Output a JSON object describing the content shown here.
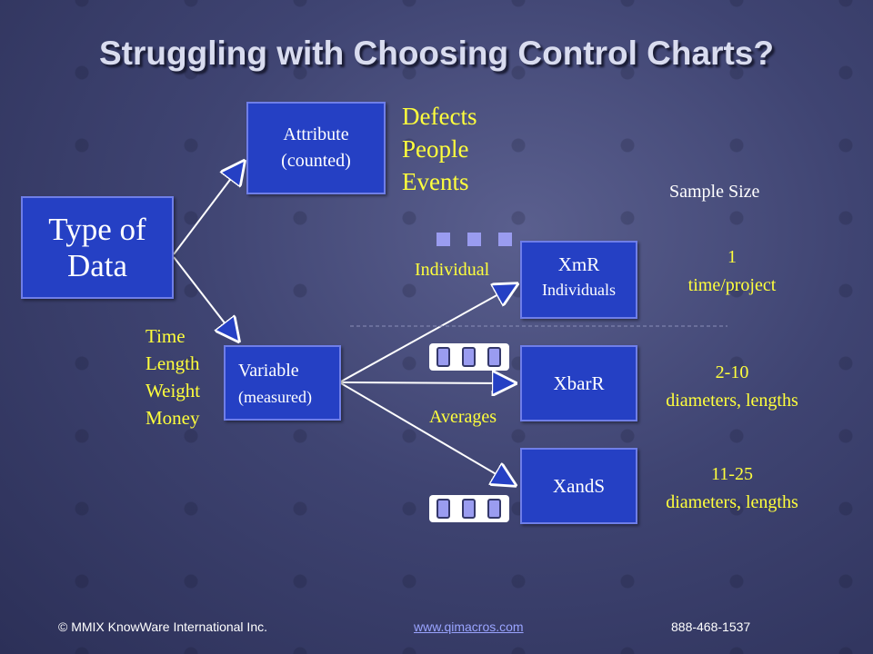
{
  "title": "Struggling with Choosing Control Charts?",
  "type_of_data": "Type of Data",
  "attribute": {
    "line1": "Attribute",
    "line2": "(counted)"
  },
  "attribute_examples": [
    "Defects",
    "People",
    "Events"
  ],
  "variable": {
    "line1": "Variable",
    "line2": "(measured)"
  },
  "variable_examples": [
    "Time",
    "Length",
    "Weight",
    "Money"
  ],
  "sample_size_header": "Sample Size",
  "label_individual": "Individual",
  "label_averages": "Averages",
  "charts": [
    {
      "name": "XmR",
      "sub": "Individuals",
      "size": "1",
      "size_desc": "time/project"
    },
    {
      "name": "XbarR",
      "sub": "",
      "size": "2-10",
      "size_desc": "diameters, lengths"
    },
    {
      "name": "XandS",
      "sub": "",
      "size": "11-25",
      "size_desc": "diameters, lengths"
    }
  ],
  "footer": {
    "copyright": "© MMIX KnowWare International Inc.",
    "link": "www.qimacros.com",
    "phone": "888-468-1537"
  },
  "colors": {
    "box": "#2540c4",
    "accent_text": "#ffff3c",
    "link": "#9aa4ff"
  }
}
